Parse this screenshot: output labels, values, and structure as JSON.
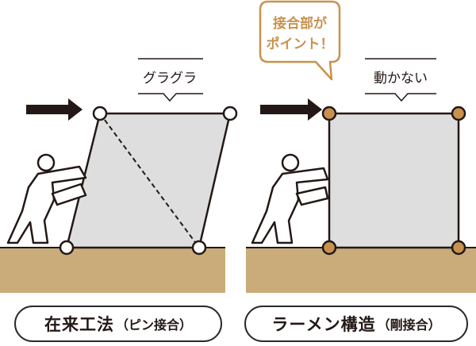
{
  "left_panel": {
    "callout": "グラグラ",
    "caption_main": "在来工法",
    "caption_sub": "（ピン接合）"
  },
  "right_panel": {
    "callout": "動かない",
    "caption_main": "ラーメン構造",
    "caption_sub": "（剛接合）"
  },
  "balloon": {
    "line1": "接合部が",
    "line2": "ポイント！"
  },
  "colors": {
    "ground": "#c9ac79",
    "wall": "#dedede",
    "gold": "#c8924e",
    "ink": "#231815"
  }
}
